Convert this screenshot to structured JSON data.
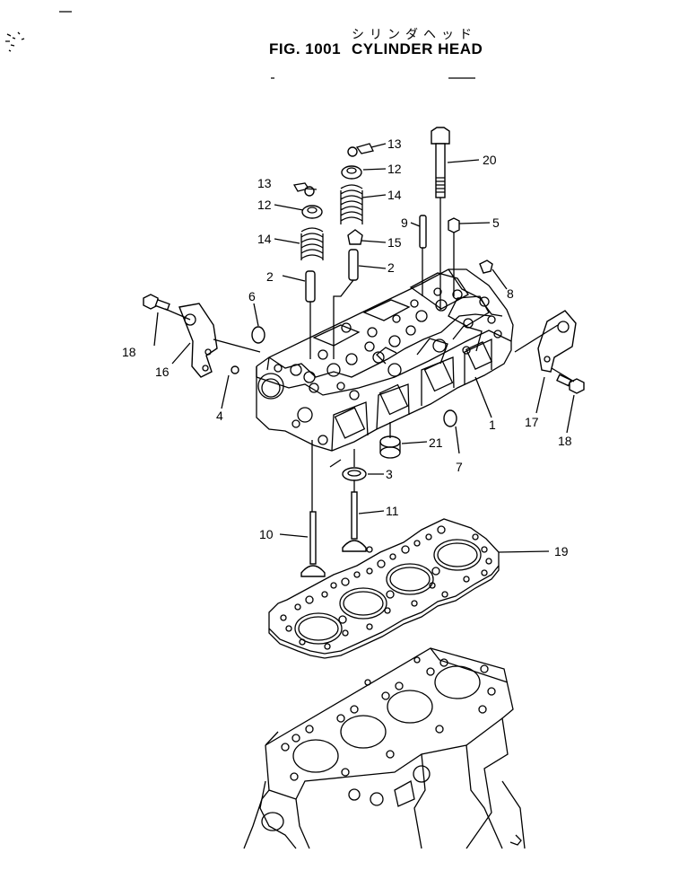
{
  "header": {
    "title_jp": "シリンダヘッド",
    "fig_label": "FIG. 1001",
    "title_en": "CYLINDER HEAD"
  },
  "callouts": [
    {
      "id": "c1",
      "number": "1",
      "part": "cylinder-head"
    },
    {
      "id": "c2a",
      "number": "2",
      "part": "valve-guide"
    },
    {
      "id": "c2b",
      "number": "2",
      "part": "valve-guide"
    },
    {
      "id": "c3",
      "number": "3",
      "part": "valve-seat-insert"
    },
    {
      "id": "c4",
      "number": "4",
      "part": "plug"
    },
    {
      "id": "c5",
      "number": "5",
      "part": "nut"
    },
    {
      "id": "c6",
      "number": "6",
      "part": "plug"
    },
    {
      "id": "c7",
      "number": "7",
      "part": "plug"
    },
    {
      "id": "c8",
      "number": "8",
      "part": "plug"
    },
    {
      "id": "c9",
      "number": "9",
      "part": "stud"
    },
    {
      "id": "c10",
      "number": "10",
      "part": "exhaust-valve"
    },
    {
      "id": "c11",
      "number": "11",
      "part": "intake-valve"
    },
    {
      "id": "c12a",
      "number": "12",
      "part": "spring-retainer"
    },
    {
      "id": "c12b",
      "number": "12",
      "part": "spring-retainer"
    },
    {
      "id": "c13a",
      "number": "13",
      "part": "valve-cotter"
    },
    {
      "id": "c13b",
      "number": "13",
      "part": "valve-cotter"
    },
    {
      "id": "c14a",
      "number": "14",
      "part": "valve-spring"
    },
    {
      "id": "c14b",
      "number": "14",
      "part": "valve-spring"
    },
    {
      "id": "c15",
      "number": "15",
      "part": "valve-stem-seal"
    },
    {
      "id": "c16",
      "number": "16",
      "part": "lifting-bracket"
    },
    {
      "id": "c17",
      "number": "17",
      "part": "lifting-bracket"
    },
    {
      "id": "c18a",
      "number": "18",
      "part": "bolt"
    },
    {
      "id": "c18b",
      "number": "18",
      "part": "bolt"
    },
    {
      "id": "c19",
      "number": "19",
      "part": "head-gasket"
    },
    {
      "id": "c20",
      "number": "20",
      "part": "head-bolt"
    },
    {
      "id": "c21",
      "number": "21",
      "part": "nozzle-sleeve"
    }
  ]
}
